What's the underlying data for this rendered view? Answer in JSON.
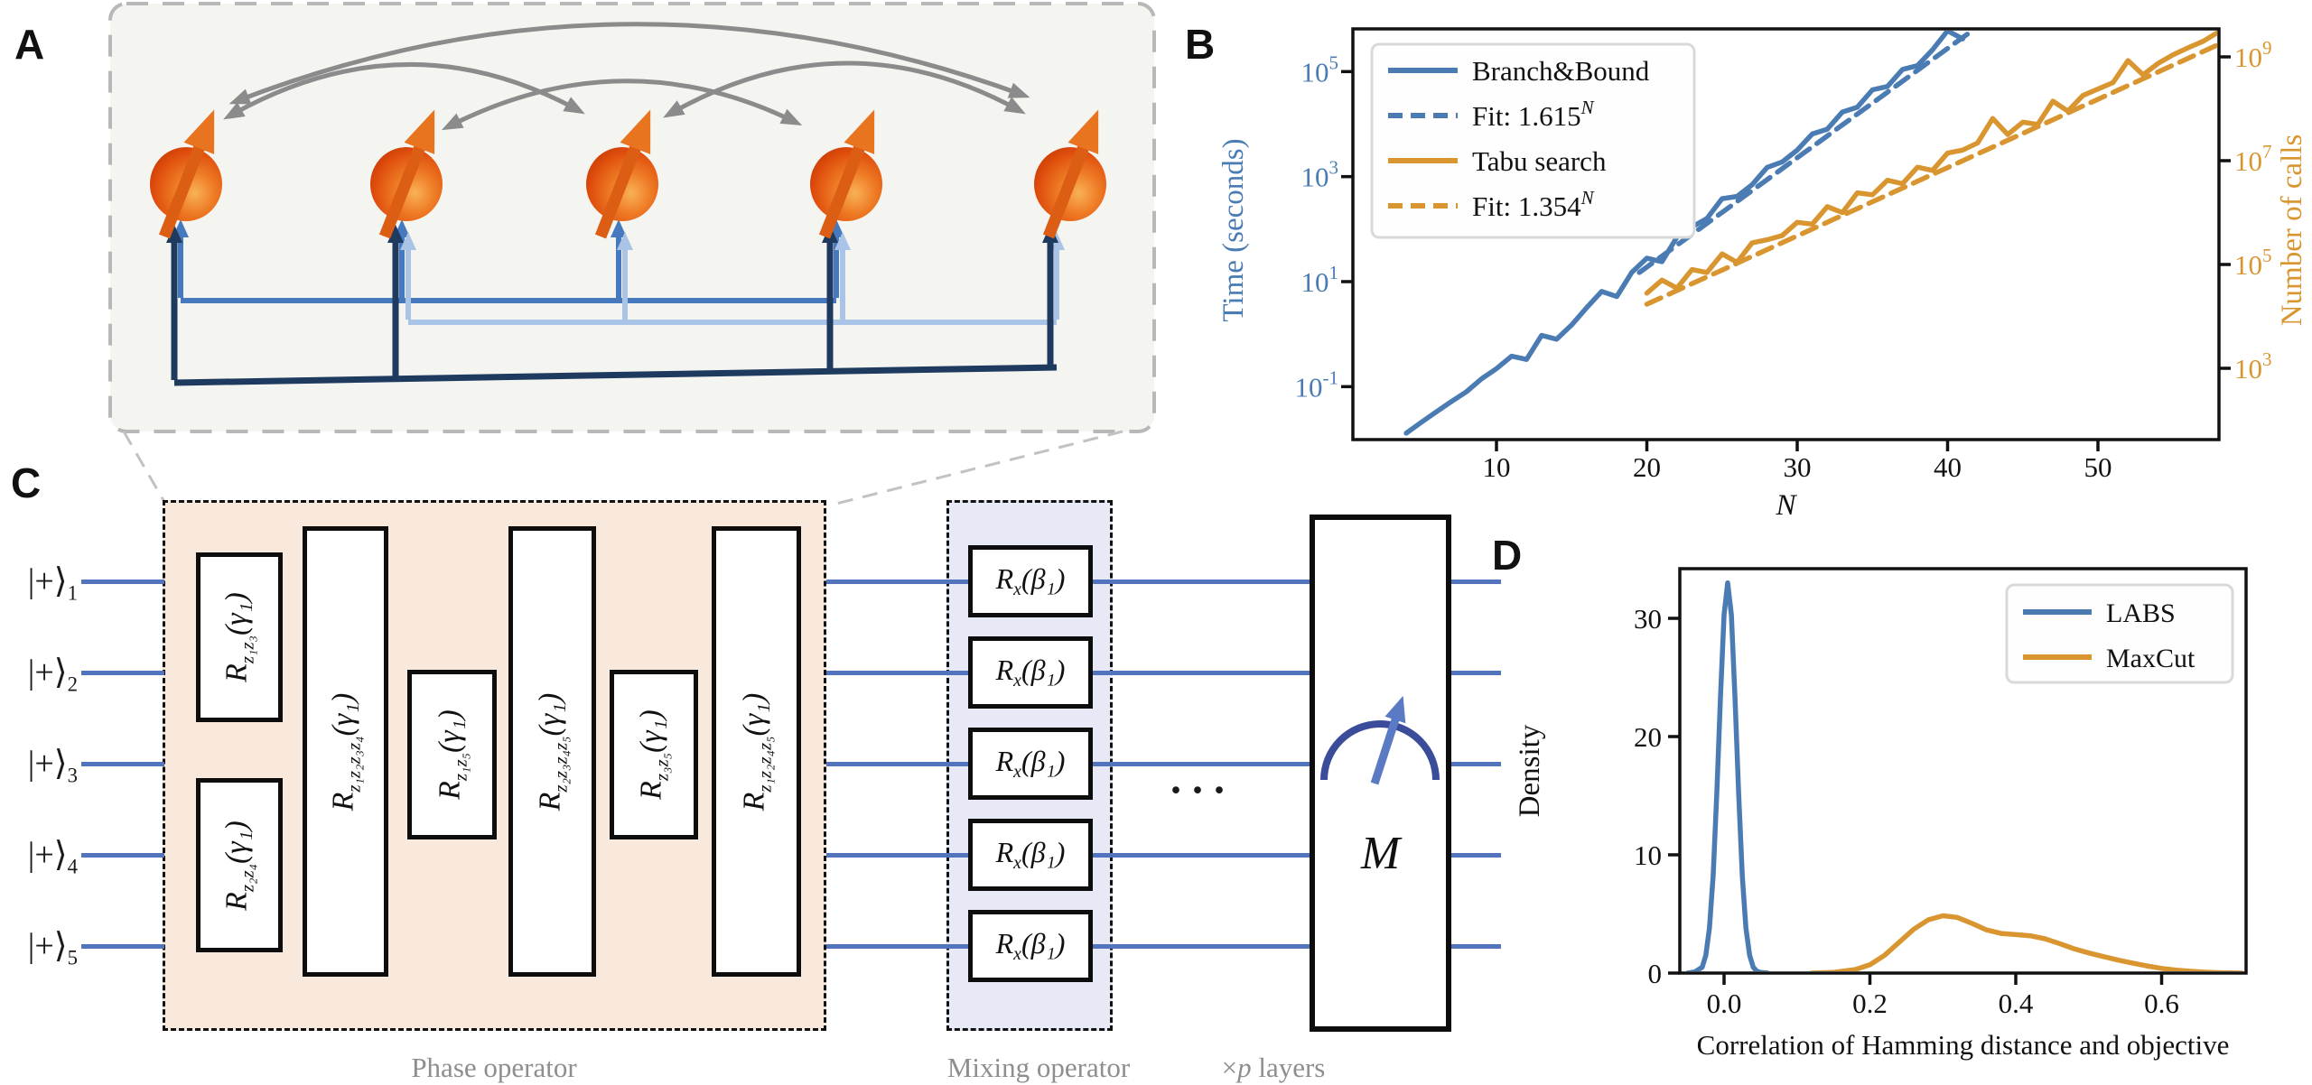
{
  "panel_labels": {
    "a": "A",
    "b": "B",
    "c": "C",
    "d": "D"
  },
  "colors": {
    "chart_blue": "#4a7cb3",
    "chart_orange": "#d9952f",
    "wire_blue": "#5174bd",
    "bracket_medium_blue": "#4679bd",
    "bracket_light_blue": "#a9c4e6",
    "bracket_navy": "#1f3a5f",
    "coupling_gray": "#8b8b8b",
    "phase_fill": "#f9e8dc",
    "mixing_fill": "#e7e9f7",
    "spin_panel_fill": "#f4f4f1",
    "sphere_orange": "#ee7a24",
    "meter_arc": "#3b4d9a",
    "meter_needle": "#5b7ac4"
  },
  "circuit": {
    "qubits": [
      {
        "ket": "|+⟩",
        "idx": "1"
      },
      {
        "ket": "|+⟩",
        "idx": "2"
      },
      {
        "ket": "|+⟩",
        "idx": "3"
      },
      {
        "ket": "|+⟩",
        "idx": "4"
      },
      {
        "ket": "|+⟩",
        "idx": "5"
      }
    ],
    "phase_gates": [
      {
        "base": "R",
        "sub": "z₁z₃",
        "arg": "(γ₁)"
      },
      {
        "base": "R",
        "sub": "z₂z₄",
        "arg": "(γ₁)"
      },
      {
        "base": "R",
        "sub": "z₁z₂z₃z₄",
        "arg": "(γ₁)"
      },
      {
        "base": "R",
        "sub": "z₁z₅",
        "arg": "(γ₁)"
      },
      {
        "base": "R",
        "sub": "z₂z₃z₄z₅",
        "arg": "(γ₁)"
      },
      {
        "base": "R",
        "sub": "z₃z₅",
        "arg": "(γ₁)"
      },
      {
        "base": "R",
        "sub": "z₁z₂z₄z₅",
        "arg": "(γ₁)"
      }
    ],
    "mixing_gate": {
      "base": "R",
      "sub": "x",
      "arg": "(β₁)"
    },
    "dots": "···",
    "measurement_label": "M",
    "captions": {
      "phase": "Phase operator",
      "mixing": "Mixing operator",
      "layers_times": "×",
      "layers_p": "p",
      "layers_rest": " layers"
    }
  },
  "chart_data": [
    {
      "id": "b",
      "type": "line",
      "title": "",
      "xlabel": "N",
      "x_ticks": [
        10,
        20,
        30,
        40,
        50
      ],
      "xlim": [
        0.5,
        58
      ],
      "left_axis": {
        "label": "Time (seconds)",
        "tick_exponents": [
          5,
          3,
          1,
          -1
        ],
        "scale": "log",
        "ylim_log": [
          -2.8,
          5.8
        ],
        "color": "#4a7cb3"
      },
      "right_axis": {
        "label": "Number of calls",
        "tick_exponents": [
          9,
          7,
          5,
          3
        ],
        "scale": "log",
        "ylim_log": [
          1.6,
          9.5
        ],
        "color": "#d9952f"
      },
      "grid": false,
      "legend_position": "upper left",
      "legend": [
        {
          "text": "Branch&Bound",
          "sup": "",
          "color": "#4a7cb3",
          "dash": false
        },
        {
          "text": "Fit: 1.615",
          "sup": "N",
          "color": "#4a7cb3",
          "dash": true
        },
        {
          "text": "Tabu search",
          "sup": "",
          "color": "#d9952f",
          "dash": false
        },
        {
          "text": "Fit: 1.354",
          "sup": "N",
          "color": "#d9952f",
          "dash": true
        }
      ],
      "series": [
        {
          "name": "Branch&Bound",
          "axis": "left",
          "dash": false,
          "color": "#4a7cb3",
          "x": [
            4,
            5,
            6,
            7,
            8,
            9,
            10,
            11,
            12,
            13,
            14,
            15,
            16,
            17,
            18,
            19,
            20,
            21,
            22,
            23,
            24,
            25,
            26,
            27,
            28,
            29,
            30,
            31,
            32,
            33,
            34,
            35,
            36,
            37,
            38,
            39,
            40,
            41
          ],
          "y": [
            0.013,
            0.021,
            0.033,
            0.052,
            0.08,
            0.14,
            0.22,
            0.38,
            0.33,
            0.95,
            0.8,
            1.5,
            3.2,
            6.5,
            5.2,
            15,
            28,
            24,
            70,
            110,
            160,
            380,
            420,
            700,
            1500,
            1900,
            3200,
            6500,
            8000,
            17000,
            21000,
            45000,
            52000,
            110000,
            130000,
            260000,
            600000,
            420000
          ]
        },
        {
          "name": "Fit: 1.615^N",
          "axis": "left",
          "dash": true,
          "color": "#4a7cb3",
          "fit": {
            "coef": 0.0013,
            "base": 1.615,
            "range": [
              19.5,
              41.5
            ]
          }
        },
        {
          "name": "Tabu search",
          "axis": "right",
          "dash": false,
          "color": "#d9952f",
          "x": [
            20,
            21,
            22,
            23,
            24,
            25,
            26,
            27,
            28,
            29,
            30,
            31,
            32,
            33,
            34,
            35,
            36,
            37,
            38,
            39,
            40,
            41,
            42,
            43,
            44,
            45,
            46,
            47,
            48,
            49,
            50,
            51,
            52,
            53,
            54,
            55,
            56,
            57,
            58
          ],
          "y": [
            28000,
            50000,
            35000,
            80000,
            70000,
            160000,
            110000,
            260000,
            300000,
            360000,
            650000,
            600000,
            1300000,
            1000000,
            2400000,
            2200000,
            4200000,
            3600000,
            7500000,
            6500000,
            14000000,
            16000000,
            22000000,
            65000000,
            32000000,
            55000000,
            50000000,
            140000000,
            90000000,
            180000000,
            240000000,
            320000000,
            850000000,
            450000000,
            750000000,
            1100000000,
            1500000000,
            2000000000,
            3000000000
          ]
        },
        {
          "name": "Fit: 1.354^N",
          "axis": "right",
          "dash": true,
          "color": "#d9952f",
          "fit": {
            "coef": 40,
            "base": 1.354,
            "range": [
              20,
              58.5
            ]
          }
        }
      ]
    },
    {
      "id": "d",
      "type": "line",
      "title": "",
      "xlabel": "Correlation of Hamming distance and objective",
      "ylabel": "Density",
      "x_ticks": [
        0.0,
        0.2,
        0.4,
        0.6
      ],
      "y_ticks": [
        0,
        10,
        20,
        30
      ],
      "xlim": [
        -0.062,
        0.715
      ],
      "ylim": [
        0,
        34.2
      ],
      "grid": false,
      "legend_position": "upper right",
      "legend": [
        {
          "text": "LABS",
          "sup": "",
          "color": "#4a7cb3",
          "dash": false
        },
        {
          "text": "MaxCut",
          "sup": "",
          "color": "#d9952f",
          "dash": false
        }
      ],
      "series": [
        {
          "name": "LABS",
          "color": "#4a7cb3",
          "dash": false,
          "x": [
            -0.05,
            -0.04,
            -0.03,
            -0.025,
            -0.02,
            -0.015,
            -0.01,
            -0.005,
            0,
            0.005,
            0.01,
            0.015,
            0.02,
            0.025,
            0.03,
            0.035,
            0.04,
            0.045,
            0.05,
            0.06
          ],
          "y": [
            0,
            0.1,
            0.5,
            1.5,
            3.8,
            8.2,
            15.1,
            23.3,
            30.3,
            33,
            30.3,
            23.3,
            15.1,
            8.2,
            3.8,
            1.5,
            0.5,
            0.15,
            0.05,
            0
          ]
        },
        {
          "name": "MaxCut",
          "color": "#d9952f",
          "dash": false,
          "x": [
            0.12,
            0.15,
            0.18,
            0.2,
            0.22,
            0.24,
            0.26,
            0.28,
            0.3,
            0.32,
            0.34,
            0.36,
            0.38,
            0.4,
            0.42,
            0.44,
            0.46,
            0.48,
            0.5,
            0.52,
            0.54,
            0.56,
            0.58,
            0.6,
            0.62,
            0.64,
            0.66,
            0.68,
            0.71
          ],
          "y": [
            0,
            0.05,
            0.3,
            0.7,
            1.5,
            2.6,
            3.7,
            4.5,
            4.85,
            4.7,
            4.2,
            3.65,
            3.35,
            3.25,
            3.15,
            2.9,
            2.5,
            2.05,
            1.7,
            1.4,
            1.1,
            0.85,
            0.6,
            0.4,
            0.25,
            0.15,
            0.08,
            0.03,
            0
          ]
        }
      ]
    }
  ]
}
